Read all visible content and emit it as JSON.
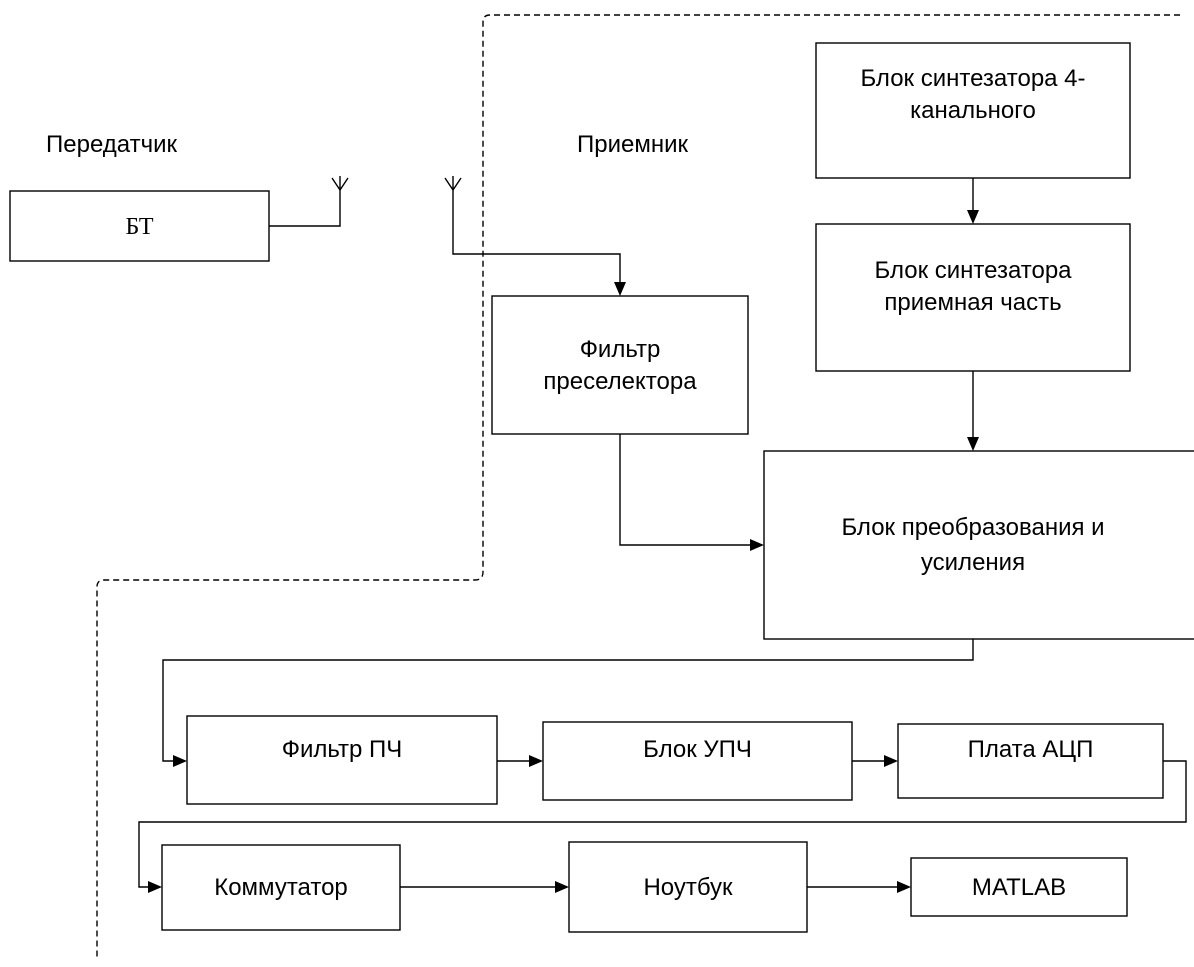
{
  "section_labels": {
    "transmitter": "Передатчик",
    "receiver": "Приемник"
  },
  "blocks": {
    "bt": "БТ",
    "synth4_line1": "Блок синтезатора 4-",
    "synth4_line2": "канального",
    "synth_rx_line1": "Блок синтезатора",
    "synth_rx_line2": "приемная часть",
    "preselector_line1": "Фильтр",
    "preselector_line2": "преселектора",
    "converter_line1": "Блок преобразования и",
    "converter_line2": "усиления",
    "if_filter": "Фильтр ПЧ",
    "if_amp": "Блок УПЧ",
    "adc_board": "Плата АЦП",
    "switch": "Коммутатор",
    "laptop": "Ноутбук",
    "matlab": "MATLAB"
  },
  "icons": {
    "antenna": "antenna-icon"
  }
}
